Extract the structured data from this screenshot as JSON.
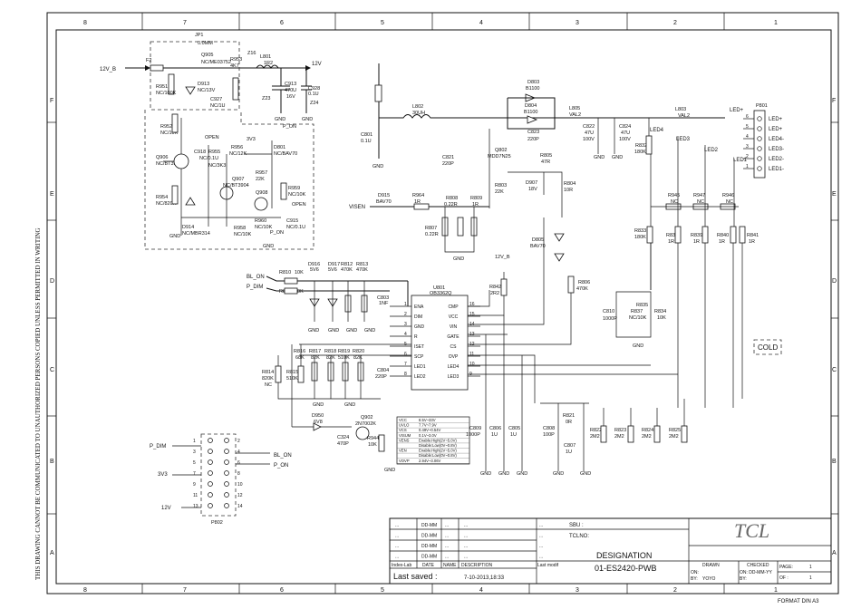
{
  "grid": {
    "cols": [
      "8",
      "7",
      "6",
      "5",
      "4",
      "3",
      "2",
      "1"
    ],
    "rows": [
      "F",
      "E",
      "D",
      "C",
      "B",
      "A"
    ]
  },
  "side_note": "THIS DRAWING CANNOT BE COMMUNICATED TO UNAUTHORIZED PERSONS COPIED UNLESS PERMITTED IN WRITING",
  "format": "FORMAT DIN A3",
  "cold_label": "COLD",
  "ic_u801": {
    "ref": "U801",
    "part": "OB3362Q",
    "pins_left": [
      {
        "n": "1",
        "name": "ENA"
      },
      {
        "n": "2",
        "name": "DIM"
      },
      {
        "n": "3",
        "name": "GND"
      },
      {
        "n": "4",
        "name": "R"
      },
      {
        "n": "5",
        "name": "ISET"
      },
      {
        "n": "6",
        "name": "SCP"
      },
      {
        "n": "7",
        "name": "LED1"
      },
      {
        "n": "8",
        "name": "LED2"
      }
    ],
    "pins_right": [
      {
        "n": "16",
        "name": "CMP"
      },
      {
        "n": "15",
        "name": "VCC"
      },
      {
        "n": "14",
        "name": "VIN"
      },
      {
        "n": "13",
        "name": "GATE"
      },
      {
        "n": "12",
        "name": "CS"
      },
      {
        "n": "11",
        "name": "OVP"
      },
      {
        "n": "10",
        "name": "LED4"
      },
      {
        "n": "9",
        "name": "LED3"
      }
    ]
  },
  "spec_table": [
    {
      "k": "VCC",
      "v": "8.5V~33V"
    },
    {
      "k": "UVLO",
      "v": "7.7V~7.9V"
    },
    {
      "k": "VCS",
      "v": "0.49V~0.54V"
    },
    {
      "k": "VISUM",
      "v": "0.1V~3.0V"
    },
    {
      "k": "VENS",
      "v": "Enable:High(2V~5.0V)"
    },
    {
      "k": "",
      "v": "Disable:Low(0V~0.8V)"
    },
    {
      "k": "VEN",
      "v": "Enable:High(2V~5.0V)"
    },
    {
      "k": "",
      "v": "Disable:Low(0V~0.8V)"
    },
    {
      "k": "VOVP",
      "v": "2.94V~3.06V"
    }
  ],
  "labels": {
    "in_12v": "12V_B",
    "f2": "F2",
    "jp1": "JP1",
    "jp1v": "0.0MM",
    "q905": "Q905",
    "q905v": "NC/ME03752",
    "r953": "R953",
    "r953v": "4K7",
    "l801": "L801",
    "l801v": "1R2",
    "z16": "Z16",
    "out_12v": "12V",
    "r951": "R951",
    "r951v": "NC/100K",
    "d913": "D913",
    "d913v": "NC/13V",
    "c927": "C927",
    "c927v": "NC/1U",
    "c913": "C913",
    "c913v": "470U",
    "c913w": "16V",
    "c928": "C928",
    "c928v": "0.1U",
    "z23": "Z23",
    "z24": "Z24",
    "r952": "R952",
    "r952v": "NC/10K",
    "open1": "OPEN",
    "pon1": "P_ON",
    "pon2": "P_ON",
    "v3v3": "3V3",
    "c918": "C918",
    "c918v": "NC/0.1U",
    "r955": "R955",
    "r955v": "NC/3K3",
    "r956": "R956",
    "r956v": "NC/12K",
    "d801": "D801",
    "d801v": "NC/BAV70",
    "q906": "Q906",
    "q906v": "NC/BT3906",
    "r957": "R957",
    "r957v": "22K",
    "q907": "Q907",
    "q907v": "NC/BT3904",
    "q908": "Q908",
    "r959": "R959",
    "r959v": "NC/10K",
    "r954": "R954",
    "r954v": "NC/820R",
    "d914": "D914",
    "d914v": "NC/MBR314",
    "r958": "R958",
    "r958v": "NC/10K",
    "r960": "R960",
    "r960v": "NC/10K",
    "c915": "C915",
    "c915v": "NC/0.1U",
    "open2": "OPEN",
    "c801": "C801",
    "c801v": "0.1U",
    "l802": "L802",
    "l802v": "30UH",
    "d803": "D803",
    "d803v": "B1100",
    "d804": "D804",
    "d804v": "B1100",
    "c823": "C823",
    "c823v": "220P",
    "c821": "C821",
    "c821v": "220P",
    "l805": "L805",
    "l805v": "VAL2",
    "c822": "C822",
    "c822v": "47U",
    "c822w": "100V",
    "c824": "C824",
    "c824v": "47U",
    "c824w": "100V",
    "l803": "L803",
    "l803v": "VAL2",
    "ledp": "LED+",
    "p801": "P801",
    "q802": "Q802",
    "q802v": "MDD7N25",
    "r805": "R805",
    "r805v": "47R",
    "d907": "D907",
    "d907v": "18V",
    "r803": "R803",
    "r803v": "22K",
    "r804": "R804",
    "r804v": "10R",
    "r832": "R832",
    "r832v": "180K",
    "led4": "LED4",
    "led3": "LED3",
    "led2": "LED2",
    "led1": "LED1",
    "d915": "D915",
    "d915v": "BAV70",
    "r964": "R964",
    "r964v": "1R",
    "r808": "R808",
    "r808v": "0.22R",
    "r809": "R809",
    "r809v": "1R",
    "visen": "VISEN",
    "r807": "R807",
    "r807v": "0.22R",
    "r945": "R945",
    "r945v": "NC",
    "r947": "R947",
    "r947v": "NC",
    "r946": "R946",
    "r946v": "NC",
    "d805": "D805",
    "d805v": "BAV70",
    "r833": "R833",
    "r833v": "180K",
    "r838": "R838",
    "r838v": "1R",
    "r839": "R839",
    "r839v": "1R",
    "r840": "R840",
    "r840v": "1R",
    "r841": "R841",
    "r841v": "1R",
    "d916": "D916",
    "d916v": "5V6",
    "d917": "D917",
    "d917v": "5V6",
    "r812": "R812",
    "r812v": "470K",
    "r813": "R813",
    "r813v": "470K",
    "bl_on": "BL_ON",
    "r810": "R810",
    "r810v": "10K",
    "p_dim": "P_DIM",
    "r811": "R811",
    "r811v": "10K",
    "c803": "C803",
    "c803v": "1NF",
    "v12vb": "12V_B",
    "r842": "R842",
    "r842v": "2R2",
    "r806": "R806",
    "r806v": "470K",
    "r835": "R835",
    "c810": "C810",
    "c810v": "1000P",
    "r837": "R837",
    "r837v": "NC/10K",
    "r834": "R834",
    "r834v": "10K",
    "r814": "R814",
    "r814v": "820K",
    "r814w": "NC",
    "r816": "R816",
    "r816v": "68K",
    "r817": "R817",
    "r817v": "82K",
    "r818": "R818",
    "r818v": "82K",
    "r819": "R819",
    "r819v": "510K",
    "r820": "R820",
    "r820v": "82K",
    "r815": "R815",
    "r815v": "510K",
    "c804": "C804",
    "c804v": "220P",
    "d950": "D950",
    "d950v": "6V8",
    "q902": "Q902",
    "q902v": "2N7002K",
    "c324": "C324",
    "c324v": "470P",
    "r944": "R944",
    "r944v": "10K",
    "c809": "C809",
    "c809v": "1000P",
    "c806": "C806",
    "c806v": "1U",
    "c805": "C805",
    "c805v": "1U",
    "c808": "C808",
    "c808v": "100P",
    "r821": "R821",
    "r821v": "0R",
    "c807": "C807",
    "c807v": "1U",
    "r822": "R822",
    "r822v": "2M2",
    "r823": "R823",
    "r823v": "2M2",
    "r824": "R824",
    "r824v": "2M2",
    "r825": "R825",
    "r825v": "2M2",
    "p802": "P802",
    "p802_pdim": "P_DIM",
    "p802_blon": "BL_ON",
    "p802_pon": "P_ON",
    "p802_3v3": "3V3",
    "p802_12v": "12V",
    "gnd": "GND"
  },
  "p801_pins": [
    {
      "n": "6",
      "name": "LED+"
    },
    {
      "n": "5",
      "name": "LED+"
    },
    {
      "n": "4",
      "name": "LED4-"
    },
    {
      "n": "3",
      "name": "LED3-"
    },
    {
      "n": "2",
      "name": "LED2-"
    },
    {
      "n": "1",
      "name": "LED1-"
    }
  ],
  "title_block": {
    "rows": [
      {
        "a": "...",
        "b": "DD-MM",
        "c": "...",
        "d": "...",
        "e": "..."
      },
      {
        "a": "...",
        "b": "DD-MM",
        "c": "...",
        "d": "...",
        "e": "..."
      },
      {
        "a": "...",
        "b": "DD-MM",
        "c": "...",
        "d": "...",
        "e": "..."
      },
      {
        "a": "...",
        "b": "DD-MM",
        "c": "...",
        "d": "...",
        "e": "..."
      }
    ],
    "header": {
      "index": "Index-Lab",
      "date": "DATE",
      "name": "NAME",
      "desc": "DESCRIPTION",
      "mod": "Last modif"
    },
    "last_saved_label": "Last saved :",
    "last_saved_value": "7-10-2013,18:33",
    "sbu": "SBU :",
    "tclno": "TCLNO:",
    "designation_label": "DESIGNATION",
    "designation": "01-ES2420-PWB",
    "logo": "TCL",
    "drawn": "DRAWN",
    "checked": "CHECKED",
    "on_label": "ON:",
    "by_label": "BY:",
    "by_value": "YOYO",
    "checked_on": "ON: DD-MM-YY",
    "checked_by": "BY:",
    "page_label": "PAGE:",
    "page_value": "1",
    "of_label": "OF :",
    "of_value": "1"
  }
}
